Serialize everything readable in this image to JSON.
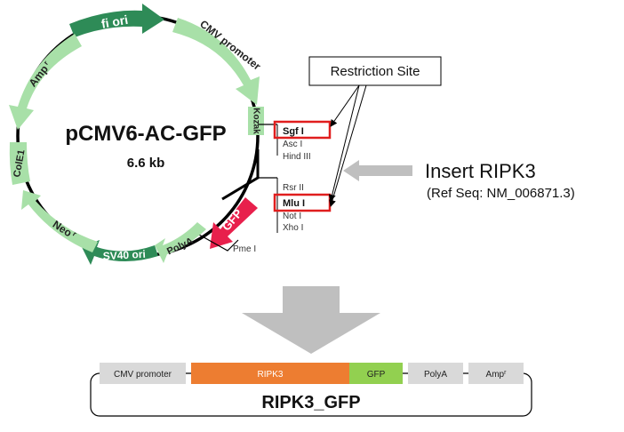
{
  "plasmid": {
    "name": "pCMV6-AC-GFP",
    "size": "6.6 kb",
    "features": {
      "fi_ori": "fi ori",
      "cmv_promoter": "CMV promoter",
      "kozak": "Kozak",
      "gfp": "GFP",
      "polya": "PolyA",
      "sv40_ori": "SV40 ori",
      "neo": "Neo",
      "neo_sup": "r",
      "cole1": "ColE1",
      "amp": "Amp",
      "amp_sup": "r"
    },
    "sites": {
      "sgf": "Sgf I",
      "asc": "Asc I",
      "hind": "Hind III",
      "rsr": "Rsr II",
      "mlu": "Mlu I",
      "not": "Not I",
      "xho": "Xho I",
      "pme": "Pme I"
    }
  },
  "callout": {
    "restriction_site": "Restriction Site"
  },
  "insert": {
    "title": "Insert RIPK3",
    "refseq": "(Ref Seq: NM_006871.3)"
  },
  "construct": {
    "name": "RIPK3_GFP",
    "segments": [
      {
        "label": "CMV promoter",
        "color": "#d9d9d9"
      },
      {
        "label": "RIPK3",
        "color": "#ed7d31"
      },
      {
        "label": "GFP",
        "color": "#92d050"
      },
      {
        "label": "PolyA",
        "color": "#d9d9d9"
      },
      {
        "label": "Amp",
        "sup": "r",
        "color": "#d9d9d9"
      }
    ]
  },
  "colors": {
    "light_green": "#a8e0a8",
    "dark_green": "#2e8b57",
    "gfp_red": "#e8204c",
    "highlight_red": "#e01e1e",
    "big_arrow_gray": "#bfbfbf"
  }
}
